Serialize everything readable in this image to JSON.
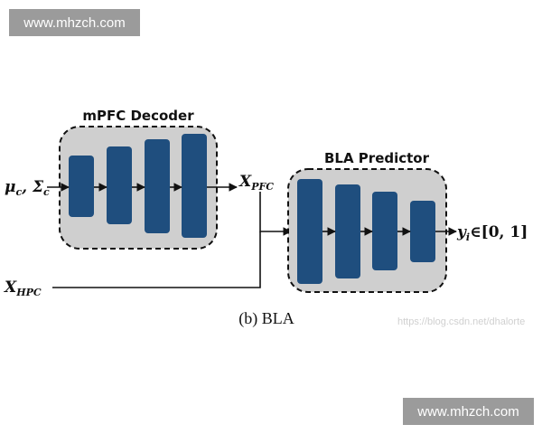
{
  "watermark": {
    "top": "www.mhzch.com",
    "bottom": "www.mhzch.com"
  },
  "faint_watermark": "https://blog.csdn.net/dhalorte",
  "diagram": {
    "decoder_title": "mPFC Decoder",
    "predictor_title": "BLA Predictor",
    "input_mu_sigma": "μ_c, Σ_c",
    "x_pfc": "X_PFC",
    "x_hpc": "X_HPC",
    "output": "y_i ∈ [0, 1]",
    "caption": "(b) BLA"
  }
}
